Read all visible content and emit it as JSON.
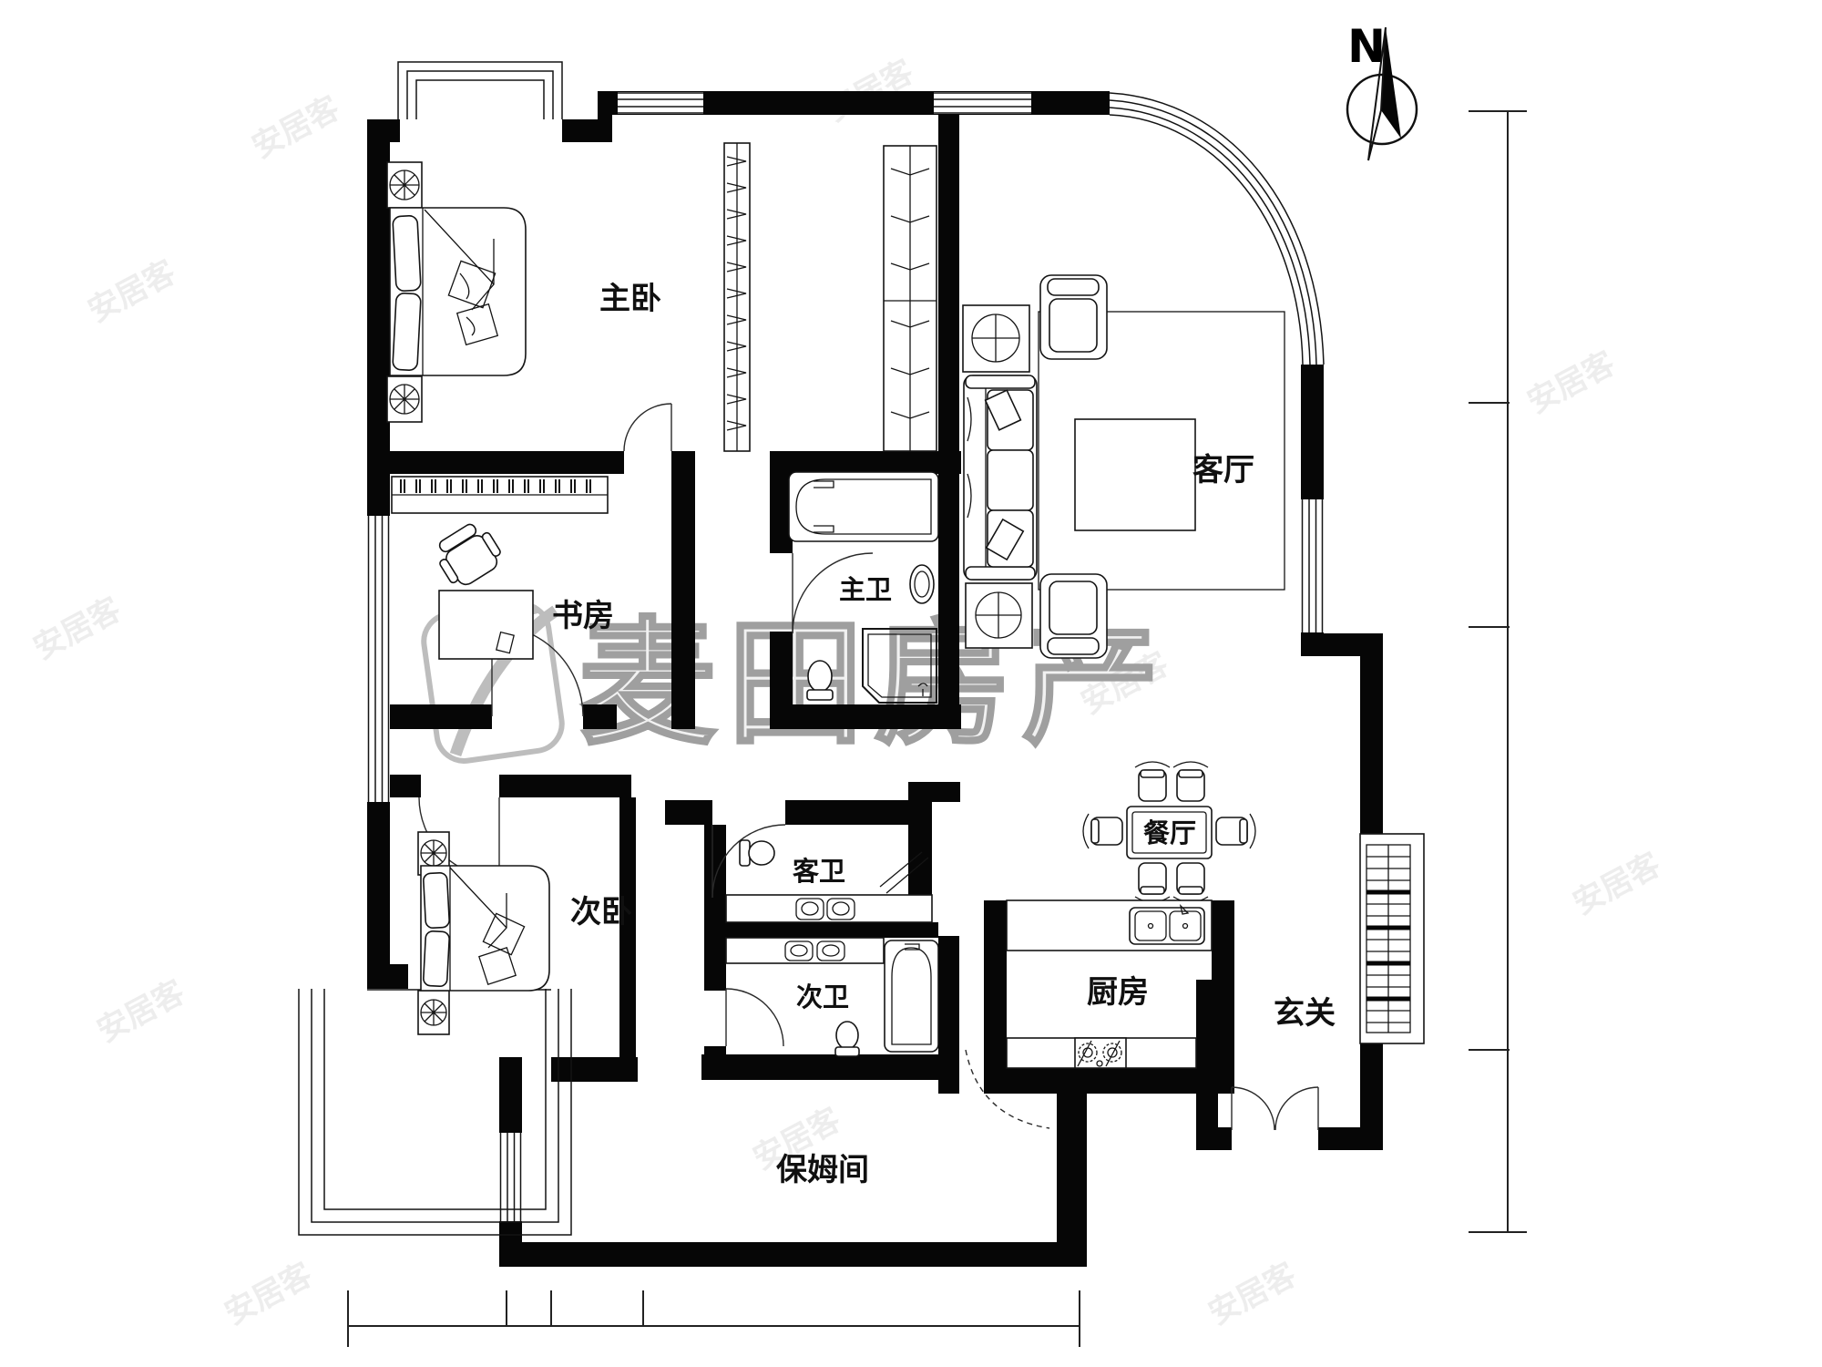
{
  "compass": {
    "north_label": "N"
  },
  "rooms": [
    {
      "id": "master-bedroom",
      "label": "主卧"
    },
    {
      "id": "living-room",
      "label": "客厅"
    },
    {
      "id": "study",
      "label": "书房"
    },
    {
      "id": "master-bath",
      "label": "主卫"
    },
    {
      "id": "second-bedroom",
      "label": "次卧"
    },
    {
      "id": "guest-bath",
      "label": "客卫"
    },
    {
      "id": "second-bath",
      "label": "次卫"
    },
    {
      "id": "dining-room",
      "label": "餐厅"
    },
    {
      "id": "kitchen",
      "label": "厨房"
    },
    {
      "id": "entry",
      "label": "玄关"
    },
    {
      "id": "nanny-room",
      "label": "保姆间"
    }
  ],
  "watermark": {
    "brand": "麦田房产",
    "tile": "安居客"
  },
  "colors": {
    "wall": "#060606",
    "line": "#141414",
    "brand_watermark": "#9f9f9f",
    "tile_watermark": "#e3e3e3",
    "background": "#ffffff"
  }
}
